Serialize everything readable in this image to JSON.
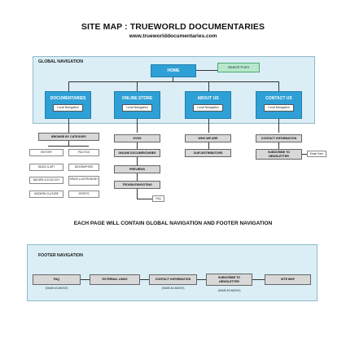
{
  "header": {
    "title": "SITE MAP : TRUEWORLD DOCUMENTARIES",
    "url": "www.trueworlddocumentaries.com"
  },
  "global_nav": {
    "label": "GLOBAL NAVIGATION",
    "home": "HOME",
    "search": "Search Form",
    "sections": [
      {
        "label": "DOCUMENTARIES",
        "local": "Local Navigation"
      },
      {
        "label": "ONLINE STORE",
        "local": "Local Navigation"
      },
      {
        "label": "ABOUT US",
        "local": "Local Navigation"
      },
      {
        "label": "CONTACT US",
        "local": "Local Navigation"
      }
    ]
  },
  "documentaries": {
    "browse": "BROWSE BY CATEGORY",
    "categories": [
      "HISTORY",
      "POLITICS",
      "MUSIC & ART",
      "BIOGRAPHIES",
      "NATURE & ECOLOGY",
      "SPACE & ASTRONOMY",
      "MODERN CULTURE",
      "SPORTS"
    ]
  },
  "online_store": {
    "items": [
      "DVDS",
      "ONLINE DOCUMENTARIES",
      "PREVIEWS",
      "TROUBLESHOOTING"
    ],
    "faq": "FAQ"
  },
  "about_us": {
    "items": [
      "WHO WE ARE",
      "OUR DISTRIBUTORS"
    ]
  },
  "contact_us": {
    "items": [
      "CONTACT INFORMATION",
      "SUBSCRIBE TO NEWSLETTER"
    ],
    "email_form": "Email Form"
  },
  "middle_note": "EACH PAGE WILL CONTAIN GLOBAL NAVIGATION AND FOOTER NAVIGATION",
  "footer_nav": {
    "label": "FOOTER NAVIGATION",
    "items": [
      {
        "label": "FAQ",
        "note": "(SAME AS ABOVE)"
      },
      {
        "label": "EXTERNAL LINKS",
        "note": ""
      },
      {
        "label": "CONTACT INFORMATION",
        "note": "(SAME AS ABOVE)"
      },
      {
        "label": "SUBSCRIBE TO NEWSLETTER",
        "note": "(SAME AS ABOVE)"
      },
      {
        "label": "SITE MAP",
        "note": ""
      }
    ]
  },
  "colors": {
    "panel_bg": "#dbeef6",
    "nav_blue": "#2fa0d6",
    "search_green": "#b8e8cc",
    "page_grey": "#d8d8d8"
  }
}
